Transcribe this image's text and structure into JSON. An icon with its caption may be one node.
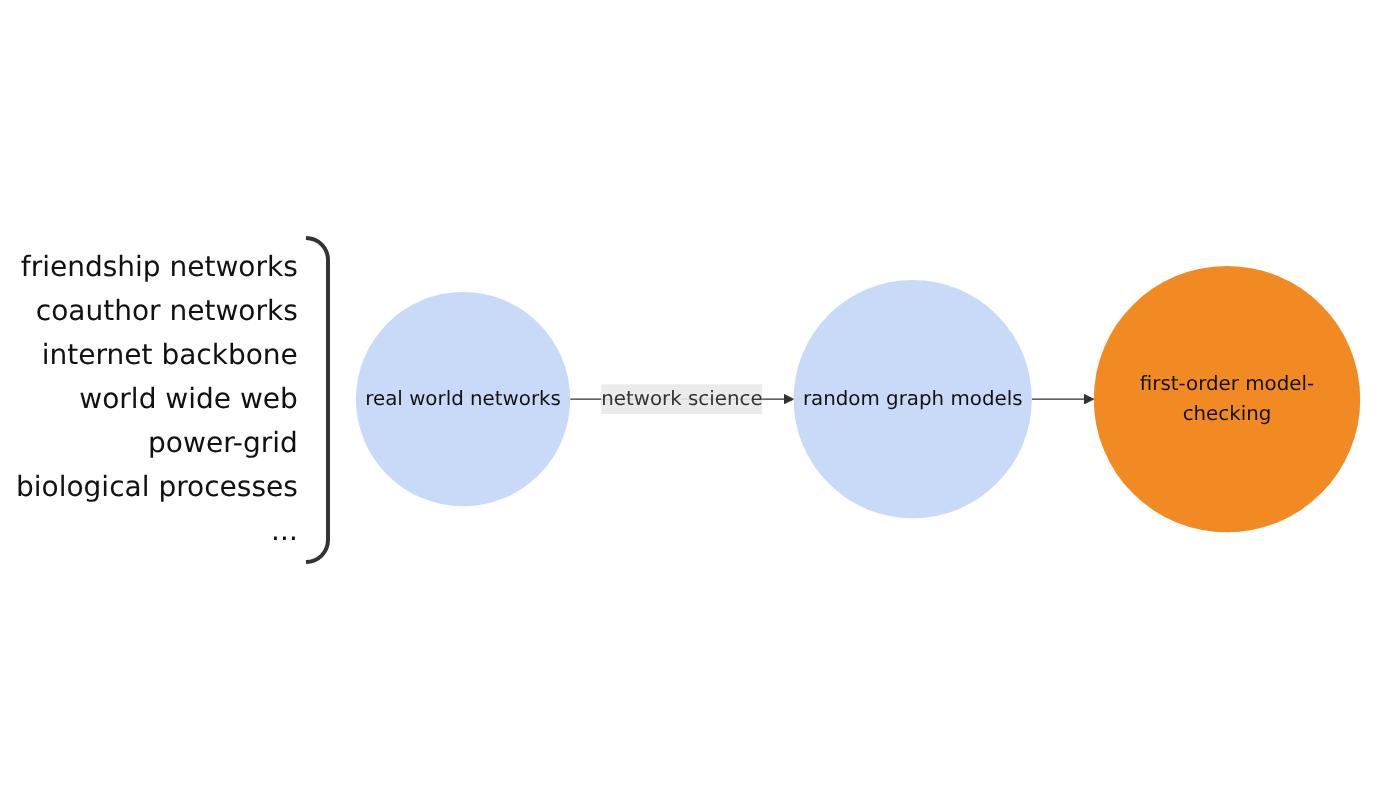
{
  "diagram": {
    "nodes": [
      {
        "text": [
          "real world networks"
        ]
      },
      {
        "text": [
          "random graph models"
        ]
      },
      {
        "text": [
          "first-order model-checking"
        ]
      }
    ],
    "edges": [
      {
        "from": 0,
        "to": 1,
        "arrow": "to",
        "label": "network science"
      },
      {
        "from": 1,
        "to": 2,
        "arrow": "to"
      }
    ],
    "labels": [
      "friendship networks",
      "coauthor networks",
      "internet backbone",
      "world wide web",
      "power-grid",
      "biological processes",
      "..."
    ]
  }
}
